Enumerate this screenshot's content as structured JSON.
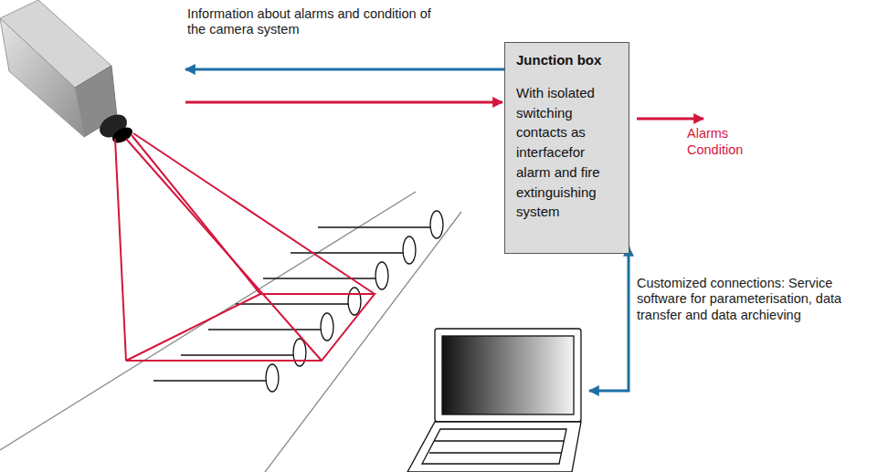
{
  "diagram": {
    "nodes": [
      {
        "text": [
          "Junction box",
          "With isolated switching contacts as interfacefor alarm and fire extinguishing system"
        ]
      }
    ],
    "labels": [
      "Information about alarms and condition of the camera system",
      "Alarms",
      "Condition",
      "Customized connections: Service software for parameterisation, data transfer and data archieving"
    ]
  }
}
